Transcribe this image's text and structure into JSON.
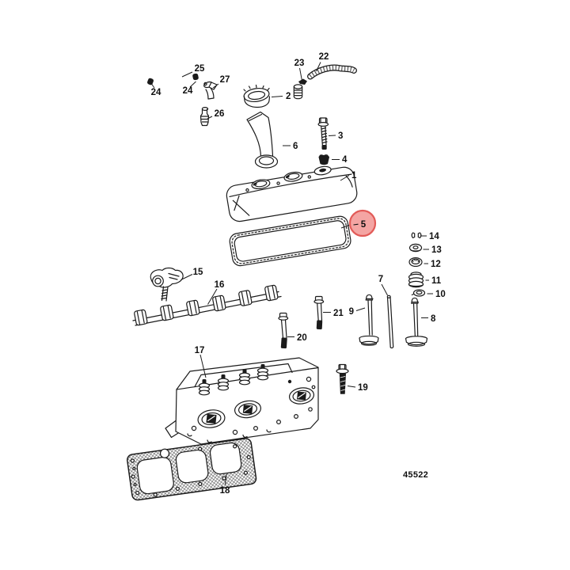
{
  "figure": {
    "drawing_number": "45522",
    "highlighted_callout": "5",
    "colors": {
      "line": "#1b1b1b",
      "background": "#ffffff",
      "highlight_fill": "#f4a5a3",
      "highlight_stroke": "#e25b58"
    },
    "callouts": [
      {
        "label": "25"
      },
      {
        "label": "24"
      },
      {
        "label": "24"
      },
      {
        "label": "27"
      },
      {
        "label": "26"
      },
      {
        "label": "2"
      },
      {
        "label": "23"
      },
      {
        "label": "22"
      },
      {
        "label": "6"
      },
      {
        "label": "3"
      },
      {
        "label": "4"
      },
      {
        "label": "1"
      },
      {
        "label": "5",
        "highlighted": true
      },
      {
        "label": "14"
      },
      {
        "label": "13"
      },
      {
        "label": "12"
      },
      {
        "label": "11"
      },
      {
        "label": "10"
      },
      {
        "label": "7"
      },
      {
        "label": "9"
      },
      {
        "label": "8"
      },
      {
        "label": "15"
      },
      {
        "label": "16"
      },
      {
        "label": "21"
      },
      {
        "label": "20"
      },
      {
        "label": "17"
      },
      {
        "label": "19"
      },
      {
        "label": "18"
      }
    ]
  }
}
